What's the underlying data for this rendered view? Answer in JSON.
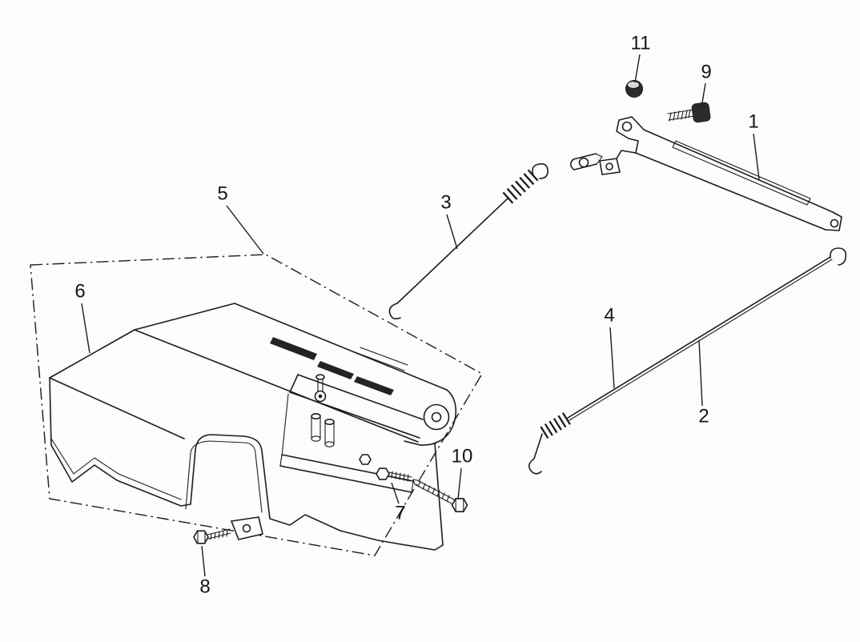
{
  "figure": {
    "kind": "exploded-parts-line-drawing",
    "background_color": "#ffffff",
    "line_color": "#1c1c1c",
    "dark_fill_color": "#2b2b2b"
  },
  "callouts": [
    {
      "id": "1"
    },
    {
      "id": "2"
    },
    {
      "id": "3"
    },
    {
      "id": "4"
    },
    {
      "id": "5"
    },
    {
      "id": "6"
    },
    {
      "id": "7"
    },
    {
      "id": "8"
    },
    {
      "id": "9"
    },
    {
      "id": "10"
    },
    {
      "id": "11"
    }
  ]
}
